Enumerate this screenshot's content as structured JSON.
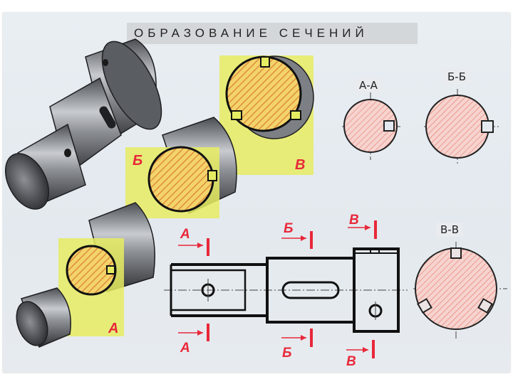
{
  "title": "ОБРАЗОВАНИЕ СЕЧЕНИЙ",
  "section_labels": {
    "aa": "А-А",
    "bb": "Б-Б",
    "vv": "В-В"
  },
  "plane_letters": {
    "a": "А",
    "b": "Б",
    "v": "В"
  },
  "colors": {
    "yellow_plane": "#e6ec62",
    "hatch_yellow": "#e6b44a",
    "hatch_red": "#e35a4a",
    "section_pink": "#f4c6bf",
    "cut_mark_red": "#e8283a",
    "line_red": "#e8283a"
  }
}
